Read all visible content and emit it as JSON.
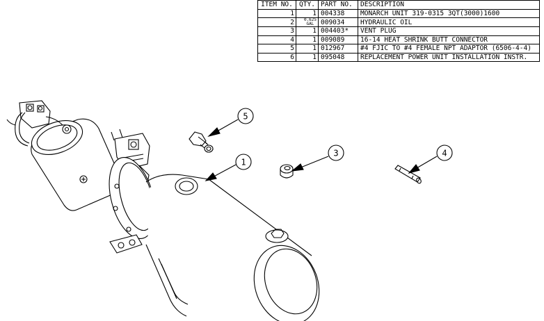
{
  "bom": {
    "headers": {
      "item_no": "ITEM NO.",
      "qty": "QTY.",
      "part_no": "PART NO.",
      "description": "DESCRIPTION"
    },
    "rows": [
      {
        "item": "1",
        "qty": "1",
        "part": "004338",
        "desc": "MONARCH UNIT 319-0315 3QT(3000)1600"
      },
      {
        "item": "2",
        "qty_top": "0.625",
        "qty_bottom": "GAL",
        "part": "009034",
        "desc": "HYDRAULIC OIL"
      },
      {
        "item": "3",
        "qty": "1",
        "part": "004403*",
        "desc": "VENT PLUG"
      },
      {
        "item": "4",
        "qty": "1",
        "part": "009089",
        "desc": "16-14 HEAT SHRINK BUTT CONNECTOR"
      },
      {
        "item": "5",
        "qty": "1",
        "part": "012967",
        "desc": "#4 FJIC TO #4 FEMALE NPT ADAPTOR (6506-4-4)"
      },
      {
        "item": "6",
        "qty": "1",
        "part": "095048",
        "desc": "REPLACEMENT POWER UNIT INSTALLATION INSTR."
      }
    ]
  },
  "callouts": {
    "c1": "1",
    "c3": "3",
    "c4": "4",
    "c5": "5"
  }
}
